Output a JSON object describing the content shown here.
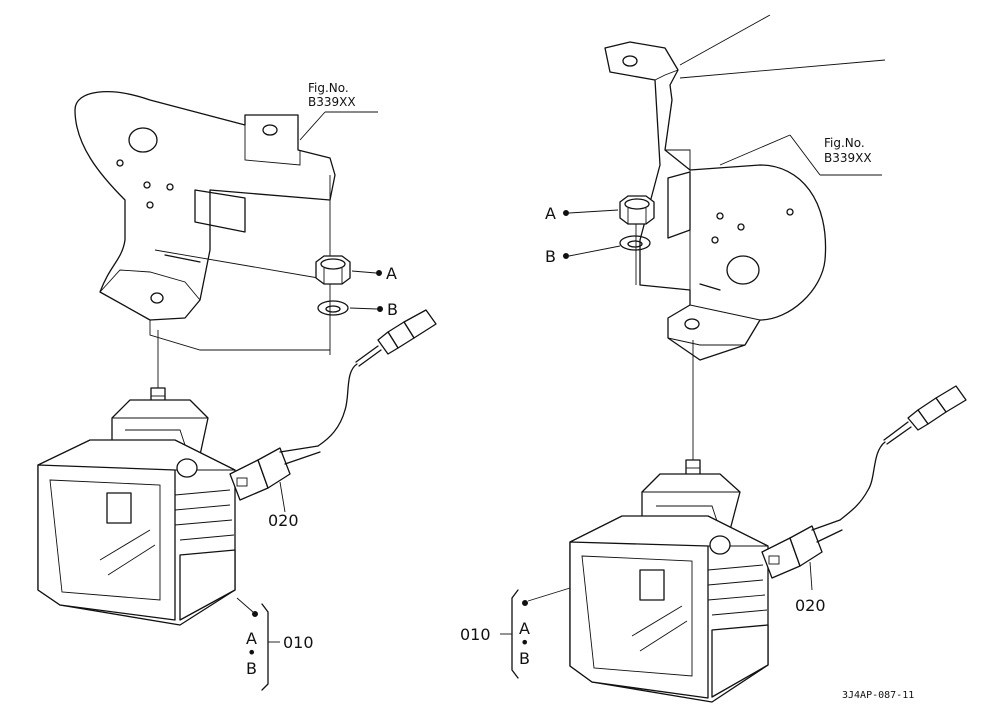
{
  "left_view": {
    "fig_ref_line1": "Fig.No.",
    "fig_ref_line2": "B339XX",
    "nut_label": "A",
    "washer_label": "B",
    "connector_label": "020",
    "assembly_label": "010",
    "group_label_a": "A",
    "group_label_dot": "•",
    "group_label_b": "B"
  },
  "right_view": {
    "fig_ref_line1": "Fig.No.",
    "fig_ref_line2": "B339XX",
    "nut_label": "A",
    "washer_label": "B",
    "connector_label": "020",
    "assembly_label": "010",
    "group_label_a": "A",
    "group_label_dot": "•",
    "group_label_b": "B"
  },
  "drawing_code": "3J4AP-087-11"
}
